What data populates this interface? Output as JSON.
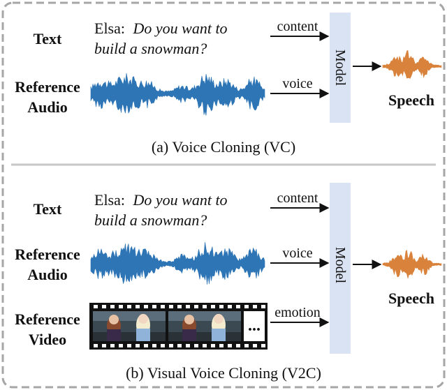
{
  "panel_a": {
    "text_label": "Text",
    "ref_audio_label_1": "Reference",
    "ref_audio_label_2": "Audio",
    "script_speaker": "Elsa:",
    "script_line_1": "Do you want to",
    "script_line_2": "build a snowman?",
    "arrow_content": "content",
    "arrow_voice": "voice",
    "model": "Model",
    "output": "Speech",
    "caption": "(a) Voice Cloning (VC)"
  },
  "panel_b": {
    "text_label": "Text",
    "ref_audio_label_1": "Reference",
    "ref_audio_label_2": "Audio",
    "ref_video_label_1": "Reference",
    "ref_video_label_2": "Video",
    "script_speaker": "Elsa:",
    "script_line_1": "Do you want to",
    "script_line_2": "build a snowman?",
    "arrow_content": "content",
    "arrow_voice": "voice",
    "arrow_emotion": "emotion",
    "ellipsis": "...",
    "model": "Model",
    "output": "Speech",
    "caption": "(b) Visual Voice Cloning (V2C)"
  },
  "colors": {
    "border": "#a6a6a6",
    "model_box": "#dae3f3",
    "reference_wave": "#2e75b6",
    "speech_wave": "#d9823b",
    "film": "#111111"
  }
}
